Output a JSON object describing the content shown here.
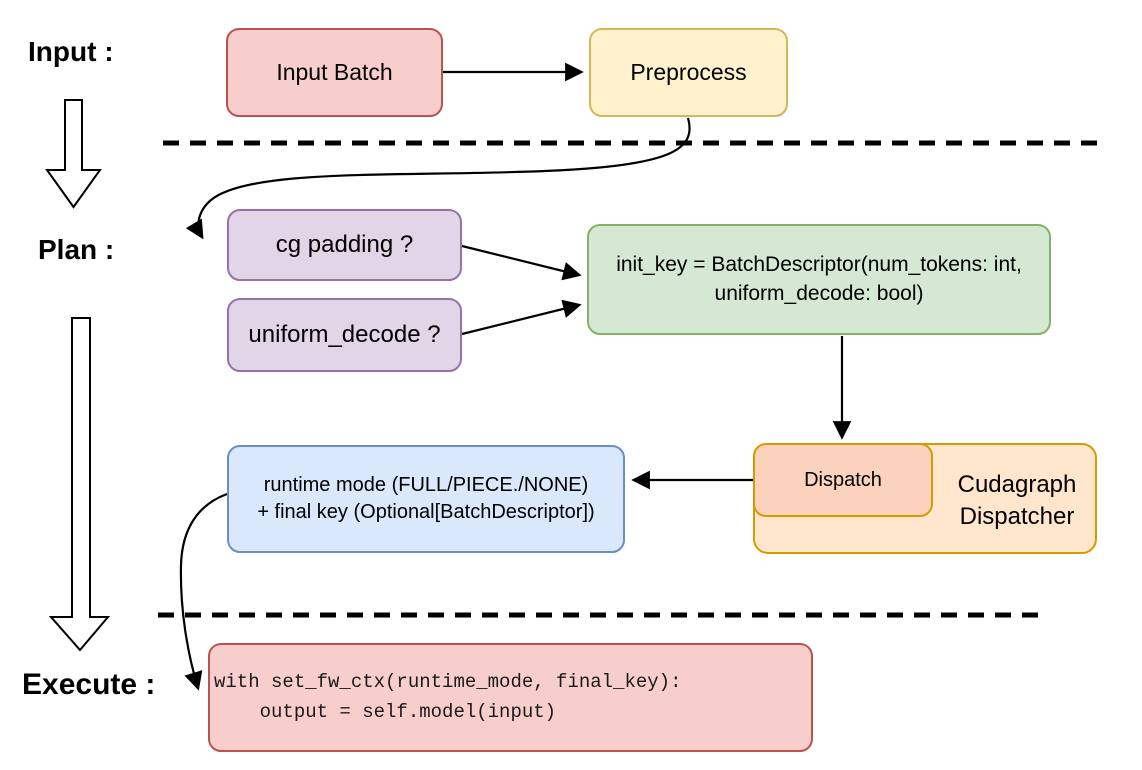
{
  "sections": {
    "input_label": "Input :",
    "plan_label": "Plan :",
    "execute_label": "Execute :"
  },
  "boxes": {
    "input_batch": {
      "label": "Input Batch",
      "fill": "#f8cecc",
      "stroke": "#b85450"
    },
    "preprocess": {
      "label": "Preprocess",
      "fill": "#fff2cc",
      "stroke": "#d6b656"
    },
    "cg_padding": {
      "label": "cg padding ?",
      "fill": "#e1d5e7",
      "stroke": "#9673a6"
    },
    "uniform_decode": {
      "label": "uniform_decode ?",
      "fill": "#e1d5e7",
      "stroke": "#9673a6"
    },
    "init_key": {
      "line1": "init_key = BatchDescriptor(num_tokens: int,",
      "line2": "uniform_decode: bool)",
      "fill": "#d5e8d4",
      "stroke": "#82b366"
    },
    "dispatch": {
      "label": "Dispatch",
      "fill": "#fbd2bc",
      "stroke": "#d79b00"
    },
    "cudagraph_dispatcher": {
      "line1": "Cudagraph",
      "line2": "Dispatcher",
      "fill": "#ffe6cc",
      "stroke": "#d79b00"
    },
    "runtime_mode": {
      "line1": "runtime mode (FULL/PIECE./NONE)",
      "line2": "+ final key (Optional[BatchDescriptor])",
      "fill": "#dae8fc",
      "stroke": "#6c8ebf"
    },
    "execute_code": {
      "line1": "with set_fw_ctx(runtime_mode, final_key):",
      "line2": "    output = self.model(input)",
      "fill": "#f8cecc",
      "stroke": "#b85450"
    }
  },
  "connector_color": "#000000",
  "divider_color": "#000000"
}
